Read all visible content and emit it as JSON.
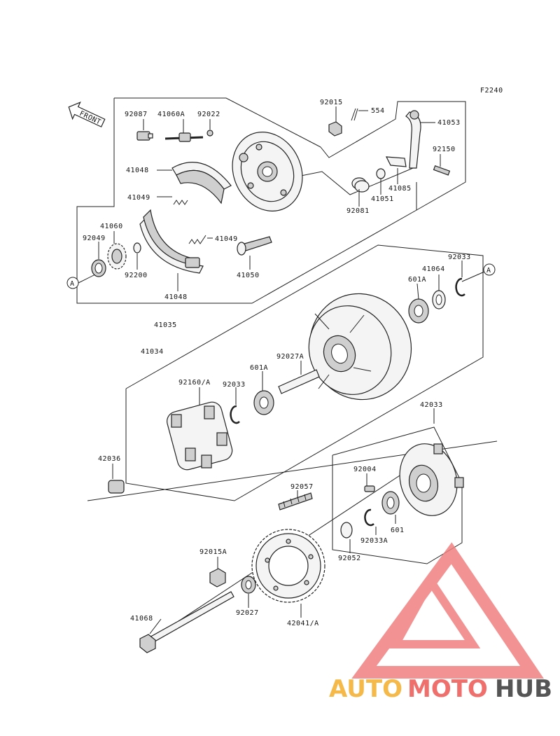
{
  "diagram": {
    "figure_code": "F2240",
    "front_label": "FRONT",
    "ref_marker": "A",
    "parts": [
      {
        "id": "92087"
      },
      {
        "id": "41060A"
      },
      {
        "id": "92022"
      },
      {
        "id": "92015"
      },
      {
        "id": "554"
      },
      {
        "id": "41053"
      },
      {
        "id": "92150"
      },
      {
        "id": "41048"
      },
      {
        "id": "41049"
      },
      {
        "id": "41085"
      },
      {
        "id": "41051"
      },
      {
        "id": "92081"
      },
      {
        "id": "41060"
      },
      {
        "id": "92049"
      },
      {
        "id": "92200"
      },
      {
        "id": "41050"
      },
      {
        "id": "41035"
      },
      {
        "id": "601A"
      },
      {
        "id": "41064"
      },
      {
        "id": "92033"
      },
      {
        "id": "41034"
      },
      {
        "id": "92160/A"
      },
      {
        "id": "92027A"
      },
      {
        "id": "42033"
      },
      {
        "id": "42036"
      },
      {
        "id": "92004"
      },
      {
        "id": "92057"
      },
      {
        "id": "601"
      },
      {
        "id": "92033A"
      },
      {
        "id": "92052"
      },
      {
        "id": "92015A"
      },
      {
        "id": "42041/A"
      },
      {
        "id": "92027"
      },
      {
        "id": "41068"
      }
    ]
  },
  "watermark": {
    "brand_part1": "AUTO",
    "brand_part2": "MOTO",
    "brand_part3": "HUB",
    "colors": {
      "auto": "#f5b94a",
      "moto": "#ef6f6c",
      "hub": "#555555",
      "logo": "#f08080"
    }
  }
}
